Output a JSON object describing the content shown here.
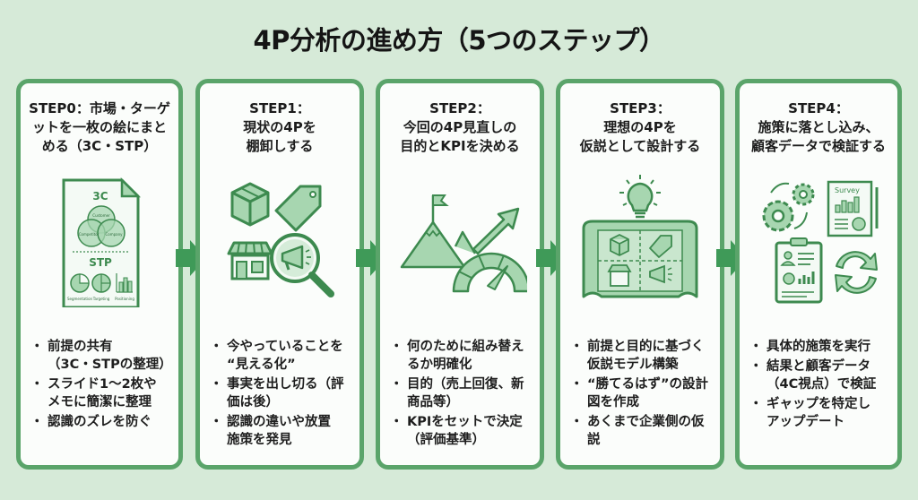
{
  "title": "4P分析の進め方（5つのステップ）",
  "colors": {
    "background": "#d6ead8",
    "card_border": "#5aa46a",
    "accent": "#3f9a58",
    "icon_fill": "#a7d6b0",
    "icon_stroke": "#3d8a4f"
  },
  "steps": [
    {
      "title": "STEP0：市場・ターゲ\nットを一枚の絵にまと\nめる（3C・STP）",
      "icon": "3c-stp-document-icon",
      "icon_labels": {
        "top": "3C",
        "circles": [
          "Customer",
          "Competitor",
          "Company"
        ],
        "bottom": "STP",
        "charts": [
          "Segmentation",
          "Targeting",
          "Positioning"
        ]
      },
      "bullets": [
        "前提の共有\n（3C・STPの整理）",
        "スライド1〜2枚や\nメモに簡潔に整理",
        "認識のズレを防ぐ"
      ]
    },
    {
      "title": "STEP1：\n現状の4Pを\n棚卸しする",
      "icon": "product-price-place-promotion-icon",
      "bullets": [
        "今やっていることを\n“見える化”",
        "事実を出し切る（評\n価は後）",
        "認識の違いや放置\n施策を発見"
      ]
    },
    {
      "title": "STEP2：\n今回の4P見直しの\n目的とKPIを決める",
      "icon": "goal-kpi-gauge-icon",
      "bullets": [
        "何のために組み替え\nるか明確化",
        "目的（売上回復、新\n商品等）",
        "KPIをセットで決定\n（評価基準）"
      ]
    },
    {
      "title": "STEP3：\n理想の4Pを\n仮説として設計する",
      "icon": "blueprint-lightbulb-icon",
      "bullets": [
        "前提と目的に基づく\n仮説モデル構築",
        "“勝てるはず”の設計\n図を作成",
        "あくまで企業側の仮\n説"
      ]
    },
    {
      "title": "STEP4：\n施策に落とし込み、\n顧客データで検証する",
      "icon": "survey-clipboard-cycle-icon",
      "icon_labels": {
        "survey": "Survey"
      },
      "bullets": [
        "具体的施策を実行",
        "結果と顧客データ\n（4C視点）で検証",
        "ギャップを特定し\nアップデート"
      ]
    }
  ]
}
